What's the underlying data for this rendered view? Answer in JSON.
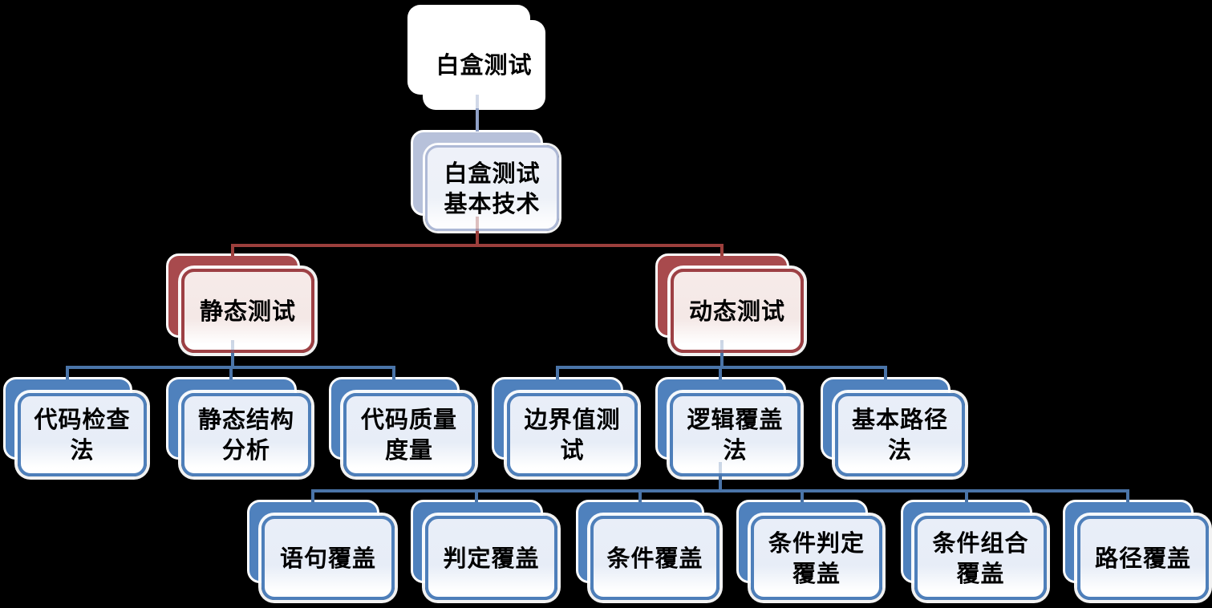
{
  "colors": {
    "background": "#000000",
    "text": "#000000",
    "root_fill": "#ffffff",
    "level2_shadow": "#b7c1da",
    "level2_card_fill": "#eef1f9",
    "level2_card_border": "#aeb9d6",
    "red_shadow": "#a84a4d",
    "red_card_fill": "#f6ebe9",
    "red_card_border": "#9d4044",
    "blue_shadow": "#4f81bd",
    "blue_card_fill": "#e9eef8",
    "blue_card_border": "#4e7fba",
    "connector_red": "#9c3f3c",
    "connector_blue": "#4a74a8",
    "connector_gray": "#8fa0c6"
  },
  "tree": {
    "root": {
      "label": "白盒测试"
    },
    "technique": {
      "label": "白盒测试\n基本技术"
    },
    "branches": [
      {
        "label": "静态测试",
        "children": [
          {
            "label": "代码检查\n法"
          },
          {
            "label": "静态结构\n分析"
          },
          {
            "label": "代码质量\n度量"
          }
        ]
      },
      {
        "label": "动态测试",
        "children": [
          {
            "label": "边界值测\n试"
          },
          {
            "label": "逻辑覆盖\n法",
            "children": [
              {
                "label": "语句覆盖"
              },
              {
                "label": "判定覆盖"
              },
              {
                "label": "条件覆盖"
              },
              {
                "label": "条件判定\n覆盖"
              },
              {
                "label": "条件组合\n覆盖"
              },
              {
                "label": "路径覆盖"
              }
            ]
          },
          {
            "label": "基本路径\n法"
          }
        ]
      }
    ]
  }
}
